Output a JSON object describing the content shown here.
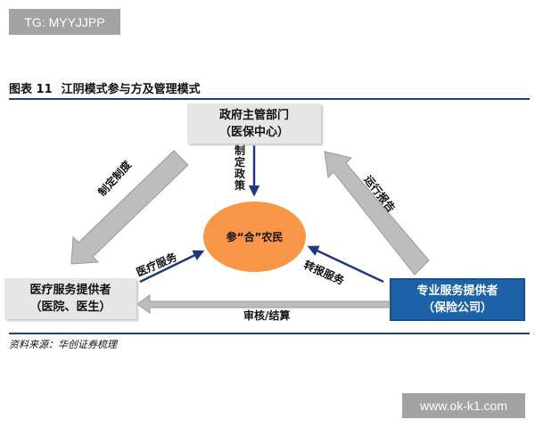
{
  "watermarks": {
    "top_left": "TG: MYYJJPP",
    "bottom_right": "www.ok-k1.com"
  },
  "figure": {
    "number": "图表 11",
    "title": "江阴模式参与方及管理模式"
  },
  "nodes": {
    "government": {
      "line1": "政府主管部门",
      "line2": "（医保中心）"
    },
    "medical_provider": {
      "line1": "医疗服务提供者",
      "line2": "（医院、医生）"
    },
    "insurance_provider": {
      "line1": "专业服务提供者",
      "line2": "（保险公司）"
    },
    "center": "参“合”农民"
  },
  "edges": {
    "gov_to_center": "制定政策",
    "gov_to_medical": "制定制度",
    "insurance_to_gov": "运行报告",
    "medical_to_center": "医疗服务",
    "insurance_to_center": "转报服务",
    "insurance_to_medical": "审核/结算"
  },
  "colors": {
    "center_fill": "#f79646",
    "insurance_fill": "#1e63a8",
    "navy_arrow": "#1f3a7a",
    "gray_box": "#e6e6e6"
  },
  "source": "资料来源：华创证券梳理"
}
